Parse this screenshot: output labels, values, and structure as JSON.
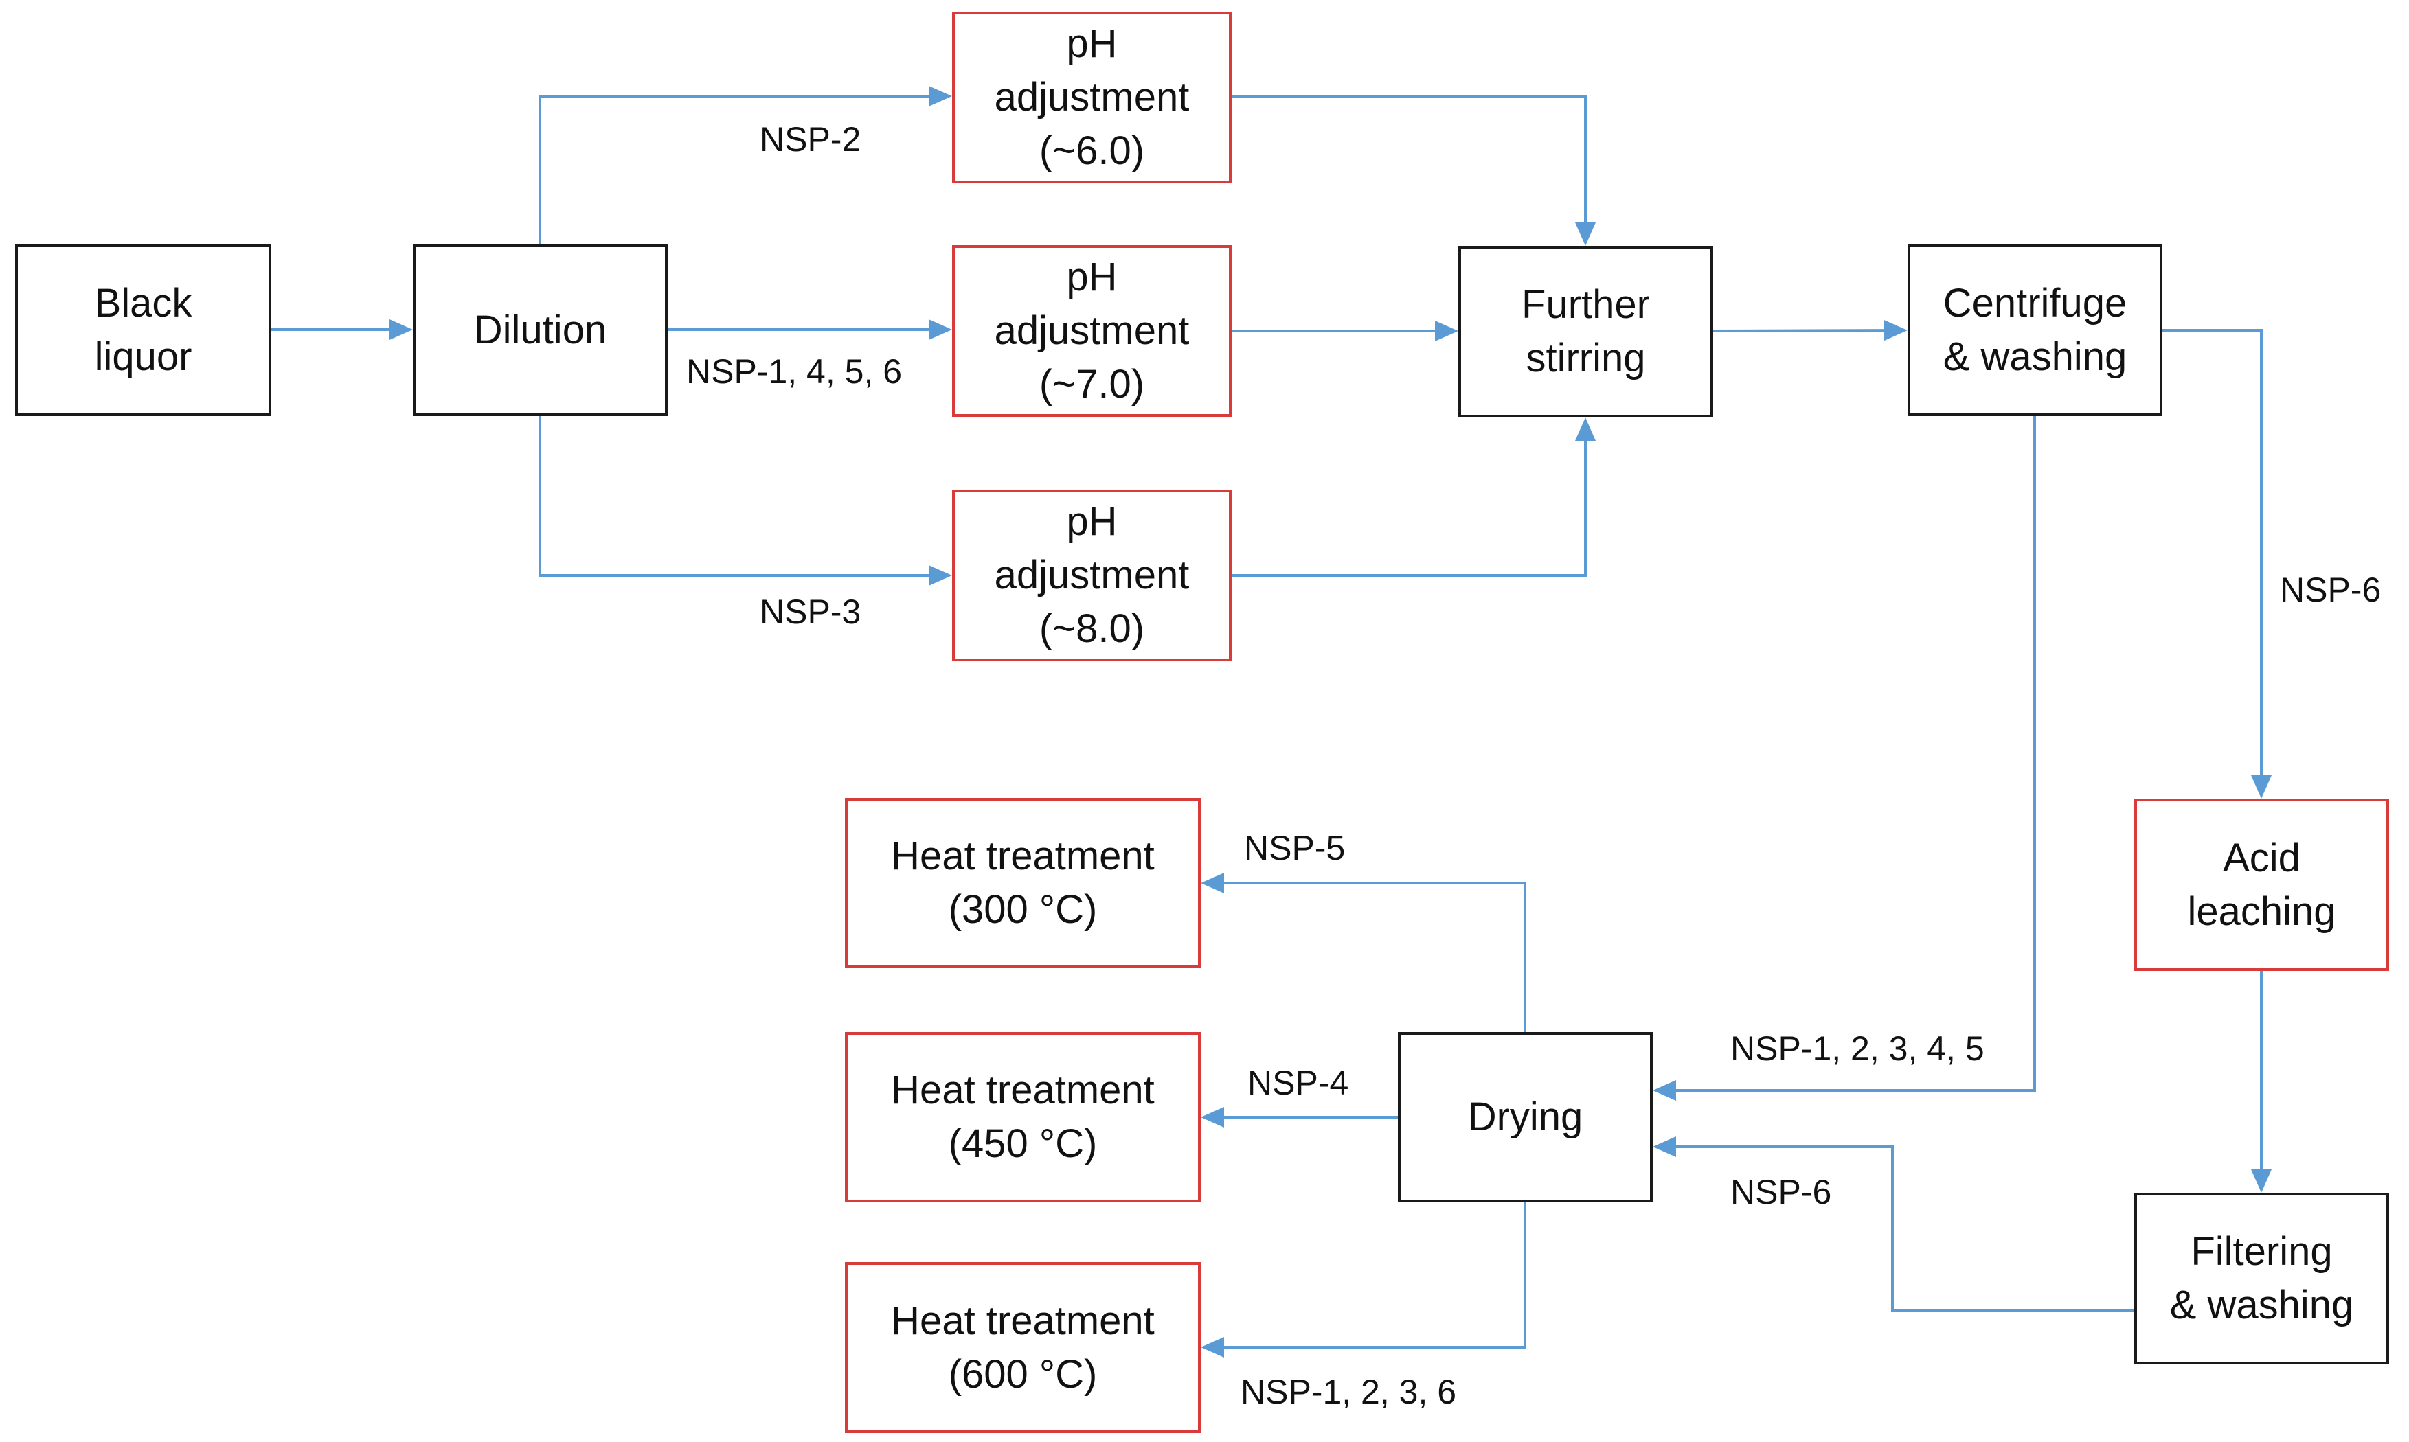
{
  "colors": {
    "arrow": "#5b9bd5",
    "box_border": "#1a1a1a",
    "box_border_highlight": "#d93a3a"
  },
  "boxes": {
    "black_liquor": "Black\nliquor",
    "dilution": "Dilution",
    "ph_6": "pH\nadjustment\n(~6.0)",
    "ph_7": "pH\nadjustment\n(~7.0)",
    "ph_8": "pH\nadjustment\n(~8.0)",
    "further_stirring": "Further\nstirring",
    "centrifuge_washing": "Centrifuge\n& washing",
    "acid_leaching": "Acid\nleaching",
    "filtering_washing": "Filtering\n& washing",
    "drying": "Drying",
    "heat_300": "Heat treatment\n(300 °C)",
    "heat_450": "Heat treatment\n(450 °C)",
    "heat_600": "Heat treatment\n(600 °C)"
  },
  "labels": {
    "nsp_2": "NSP-2",
    "nsp_1456": "NSP-1, 4, 5, 6",
    "nsp_3": "NSP-3",
    "nsp_6_right": "NSP-6",
    "nsp_12345": "NSP-1, 2, 3, 4, 5",
    "nsp_6_drying": "NSP-6",
    "nsp_5": "NSP-5",
    "nsp_4": "NSP-4",
    "nsp_1236": "NSP-1, 2, 3, 6"
  }
}
